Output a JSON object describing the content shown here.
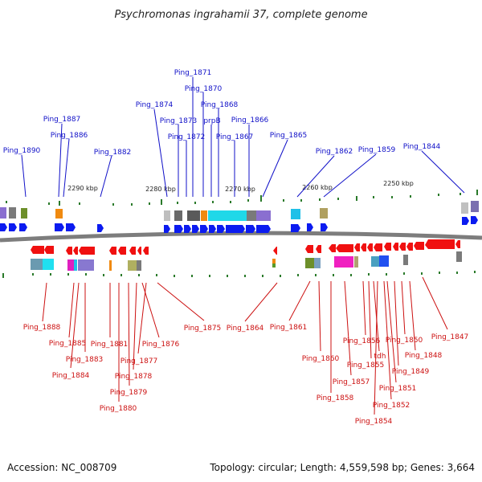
{
  "title": "Psychromonas ingrahamii 37, complete genome",
  "footer": {
    "accession": "Accession: NC_008709",
    "summary": "Topology: circular; Length: 4,559,598 bp; Genes: 3,664"
  },
  "colors": {
    "forward_gene": "#0b1bf0",
    "reverse_gene": "#f01010",
    "backbone": "#808080",
    "tick": "#2a7a2a",
    "top_label": "#1010c8",
    "bottom_label": "#cc1010"
  },
  "scale_labels": [
    "2290 kbp",
    "2280 kbp",
    "2270 kbp",
    "2260 kbp",
    "2250 kbp"
  ],
  "top_labels": [
    "Ping_1871",
    "Ping_1870",
    "Ping_1874",
    "Ping_1868",
    "Ping_1887",
    "Ping_1873",
    "prpB",
    "Ping_1866",
    "Ping_1886",
    "Ping_1872",
    "Ping_1867",
    "Ping_1865",
    "Ping_1890",
    "Ping_1882",
    "Ping_1862",
    "Ping_1859",
    "Ping_1844"
  ],
  "bottom_labels": [
    "Ping_1888",
    "Ping_1885",
    "Ping_1883",
    "Ping_1884",
    "Ping_1881",
    "Ping_1877",
    "Ping_1878",
    "Ping_1879",
    "Ping_1880",
    "Ping_1876",
    "Ping_1875",
    "Ping_1864",
    "Ping_1861",
    "Ping_1860",
    "Ping_1856",
    "Ping_1855",
    "tdh",
    "Ping_1857",
    "Ping_1858",
    "Ping_1850",
    "Ping_1848",
    "Ping_1849",
    "Ping_1851",
    "Ping_1852",
    "Ping_1854",
    "Ping_1847"
  ]
}
